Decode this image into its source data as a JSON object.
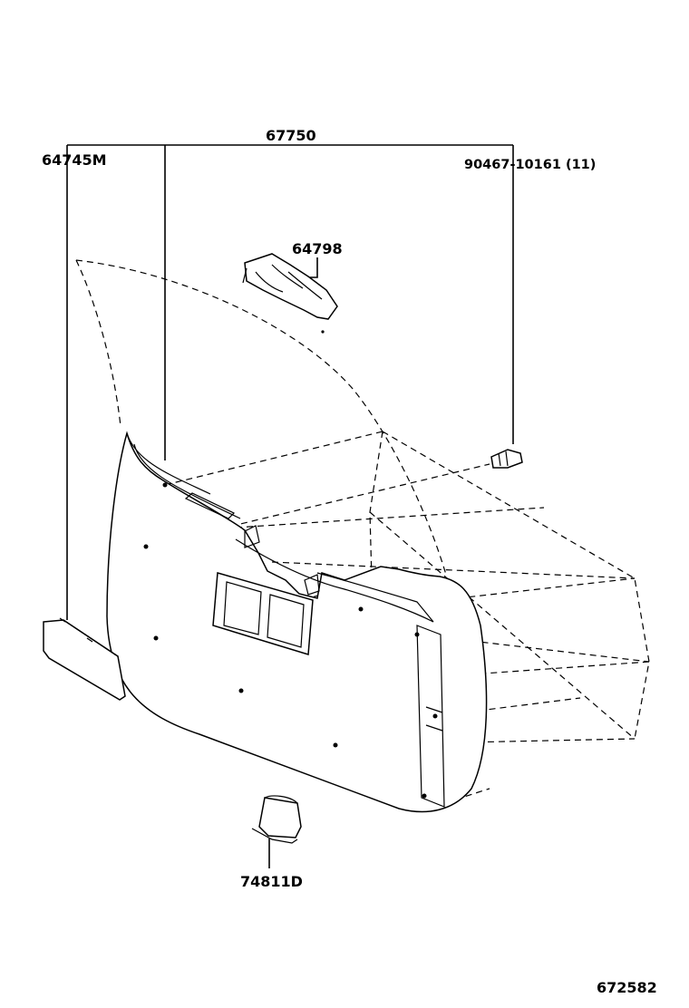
{
  "labels": {
    "assembly": "67750",
    "cover_left": "64745M",
    "clip": "90467-10161 (11)",
    "bracket": "64798",
    "lamp": "74811D",
    "diagram_id": "672582"
  }
}
